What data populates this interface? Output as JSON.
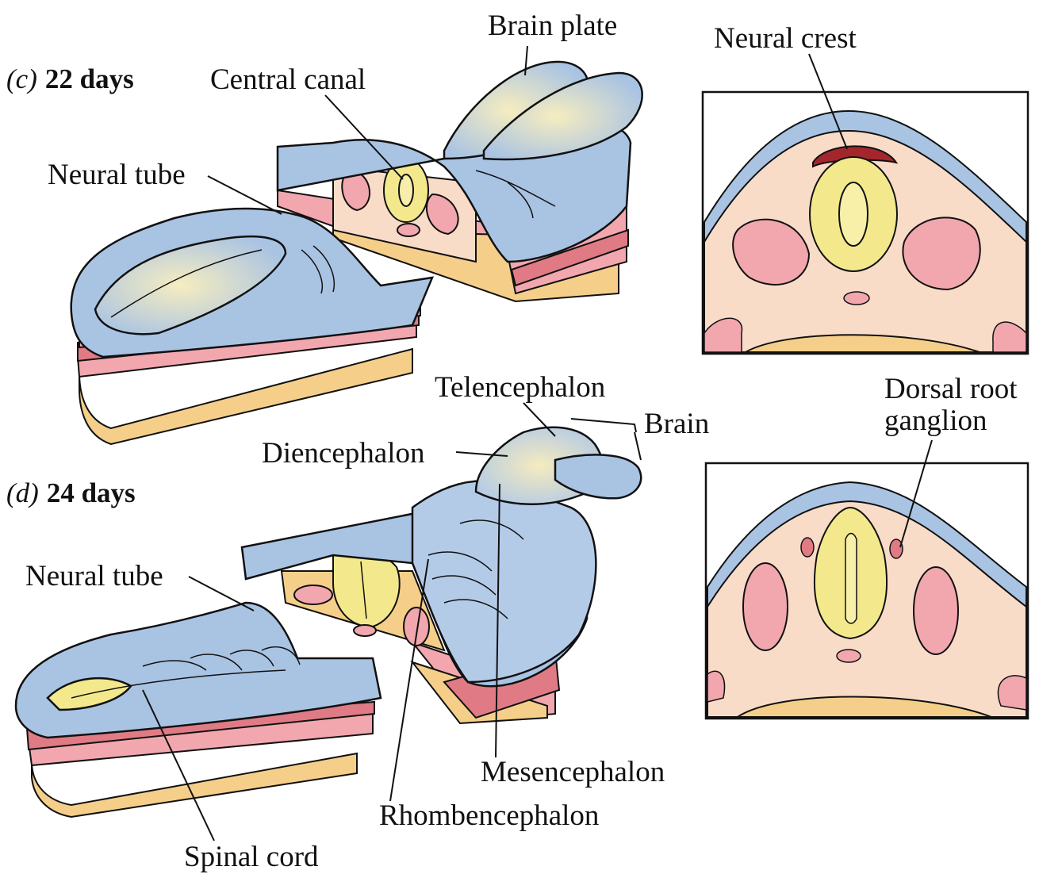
{
  "colors": {
    "ectoderm": "#a9c3e3",
    "ectoderm_dark": "#7f9ccb",
    "neural_plate_highlight": "#f3e7b5",
    "neural_tube_yellow": "#f3e98c",
    "somite": "#f2a7ae",
    "somite_dark": "#e07b85",
    "endoderm": "#f5cf8a",
    "mesenchyme": "#f9dcc8",
    "neural_crest": "#a3262c",
    "outline": "#111111"
  },
  "panels": {
    "c": {
      "letter": "(c)",
      "age": "22 days"
    },
    "d": {
      "letter": "(d)",
      "age": "24 days"
    }
  },
  "labels": {
    "brain_plate": "Brain plate",
    "central_canal": "Central canal",
    "neural_tube_c": "Neural tube",
    "neural_crest": "Neural crest",
    "telencephalon": "Telencephalon",
    "brain": "Brain",
    "diencephalon": "Diencephalon",
    "dorsal_root_ganglion_line1": "Dorsal root",
    "dorsal_root_ganglion_line2": "ganglion",
    "neural_tube_d": "Neural tube",
    "mesencephalon": "Mesencephalon",
    "rhombencephalon": "Rhombencephalon",
    "spinal_cord": "Spinal cord"
  }
}
